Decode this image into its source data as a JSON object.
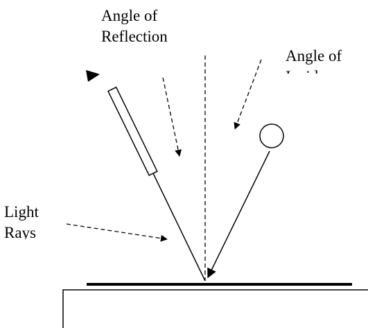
{
  "labels": {
    "reflection": [
      "Angle of",
      "Reflection"
    ],
    "incidence": [
      "Angle of",
      "Incidence"
    ],
    "light_rays": [
      "Light",
      "Rays"
    ]
  },
  "colors": {
    "ink": "#000000",
    "background": "#ffffff"
  }
}
